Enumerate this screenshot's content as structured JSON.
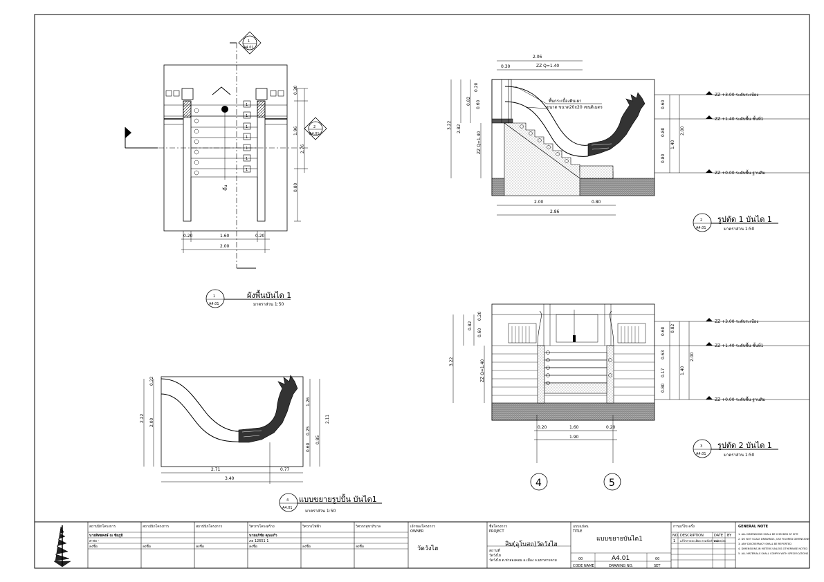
{
  "plan": {
    "title": "ผังพื้นบันได 1",
    "scale": "มาตราส่วน 1:50",
    "ref_no": "1",
    "ref_sheet": "A4.01",
    "section_marker_1": {
      "no": "1",
      "sheet": "A4.01"
    },
    "section_marker_2": {
      "no": "2",
      "sheet": "A4.01"
    },
    "tag": "1",
    "up_label": "ขึ้น",
    "dims": {
      "d020a": "0.20",
      "d160": "1.60",
      "d020b": "0.20",
      "d200": "2.00",
      "d020v": "0.20",
      "d196": "1.96",
      "d276": "2.76",
      "d080": "0.80"
    }
  },
  "section1": {
    "title": "รูปตัด 1 บันได 1",
    "scale": "มาตราส่วน 1:50",
    "ref_no": "2",
    "ref_sheet": "A4.01",
    "note_line1": "พื้นกระเบื้องดินเผา",
    "note_line2": "ขนาด ขนาด20x20 เซนติเมตร",
    "levels": {
      "top": "ZZ +3.00 ระดับระเบียง",
      "mid": "ZZ +1.40 ระดับพื้น ชั้นที่1",
      "base": "ZZ +0.00 ระดับพื้น ฐานสิม"
    },
    "dims": {
      "d206": "2.06",
      "d030": "0.30",
      "zq": "ZZ Q=1.40",
      "zq_v": "ZZ Q=1.40",
      "d200b": "2.00",
      "d080b": "0.80",
      "d286": "2.86",
      "d020": "0.20",
      "d082": "0.82",
      "d060": "0.60",
      "d080a": "0.80",
      "d080c": "0.80",
      "d060b": "0.60",
      "d140": "1.40",
      "d200r": "2.00",
      "d322": "3.22",
      "d282": "2.82"
    }
  },
  "detail": {
    "title": "แบบขยายรูปปั้น บันได1",
    "scale": "มาตราส่วน 1:50",
    "ref_no": "4",
    "ref_sheet": "A4.01",
    "dims": {
      "d222": "2.22",
      "d200": "2.00",
      "d022": "0.22",
      "d126": "1.26",
      "d211": "2.11",
      "d025": "0.25",
      "d060": "0.60",
      "d085": "0.85",
      "d271": "2.71",
      "d077": "0.77",
      "d340": "3.40"
    }
  },
  "section2": {
    "title": "รูปตัด 2 บันได 1",
    "scale": "มาตราส่วน 1:50",
    "ref_no": "3",
    "ref_sheet": "A4.01",
    "levels": {
      "top": "ZZ +3.00 ระดับระเบียง",
      "mid": "ZZ +1.40 ระดับพื้น ชั้นที่1",
      "base": "ZZ +0.00 ระดับพื้น ฐานสิม"
    },
    "grid_a": "4",
    "grid_b": "5",
    "dims": {
      "d020a": "0.20",
      "d160": "1.60",
      "d020b": "0.20",
      "d190": "1.90",
      "d322": "3.22",
      "zq": "ZZ Q=1.40",
      "d082": "0.82",
      "d020t": "0.20",
      "d060": "0.60",
      "d082r": "0.82",
      "d060r": "0.60",
      "d080r": "0.80",
      "d140": "1.40",
      "d200": "2.00",
      "d063": "0.63",
      "d017": "0.17"
    }
  },
  "titleblock": {
    "cols": [
      {
        "head": "สถาปนิกโครงการ",
        "name": "นายสิทธพงษ์ ณ ชัยภูมิ",
        "reg": "ส-สถ -",
        "sign": "ลงชื่อ"
      },
      {
        "head": "สถาปนิกโครงการ",
        "name": "",
        "reg": "",
        "sign": "ลงชื่อ"
      },
      {
        "head": "สถาปนิกโครงการ",
        "name": "",
        "reg": "",
        "sign": "ลงชื่อ"
      },
      {
        "head": "วิศวกรโครงสร้าง",
        "name": "นายอภิชัย คุณแก้ว",
        "reg": "ภย 12651 1",
        "sign": "ลงชื่อ"
      },
      {
        "head": "วิศวกรไฟฟ้า",
        "name": "",
        "reg": "",
        "sign": "ลงชื่อ"
      },
      {
        "head": "วิศวกรสุขาภิบาล",
        "name": "",
        "reg": "",
        "sign": "ลงชื่อ"
      }
    ],
    "owner_head": "เจ้าของโครงการ",
    "owner_sub": "OWNER",
    "owner_name": "วัดวังไฮ",
    "project_head": "ชื่อโครงการ",
    "project_sub": "PROJECT",
    "project_name": "สิม(อุโบสถ)วัดวังไฮ",
    "location_head": "สถานที่",
    "location_line1": "วัดวังไฮ",
    "location_line2": "วัดวังไฮ ต.ท่าสองคอน อ.เมือง จ.มหาสารคาม",
    "sheet_head": "แบบแปลน",
    "sheet_sub": "TITLE",
    "sheet_title": "แบบขยายบันได1",
    "sheet_code": "A4.01",
    "sheet_cells": [
      "00",
      "00"
    ],
    "sheet_foot": [
      "CODE NAME",
      "DRAWING NO.",
      "SET"
    ],
    "rev_head": "การแก้ไข ครั้ง",
    "rev_cols": [
      "NO.",
      "DESCRIPTION",
      "DATE",
      "BY"
    ],
    "rev_row": [
      "1",
      "แก้ไขรายละเอียด ตามข้อกำหนด",
      "xx/xx/xx",
      ""
    ],
    "notes_head": "GENERAL NOTE",
    "notes": [
      "1. ALL DIMENSIONS SHALL BE CHECKED AT SITE",
      "2. DO NOT SCALE DRAWINGS, USE FIGURED DIMENSIONS",
      "3. ANY DISCREPANCY SHALL BE REPORTED",
      "4. DIMENSIONS IN METERS UNLESS OTHERWISE NOTED",
      "5. ALL MATERIALS SHALL COMPLY WITH SPECIFICATIONS"
    ]
  }
}
